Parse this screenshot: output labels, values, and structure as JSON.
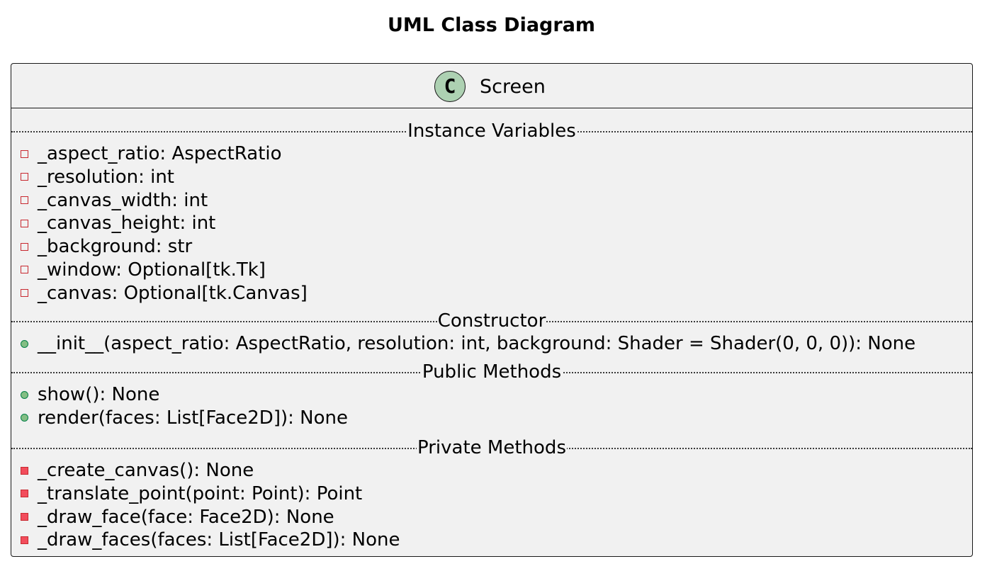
{
  "title": "UML Class Diagram",
  "class": {
    "stereotype_letter": "C",
    "name": "Screen",
    "sections": [
      {
        "label": "Instance Variables",
        "members": [
          {
            "visibility": "private",
            "kind": "field",
            "text": "_aspect_ratio: AspectRatio"
          },
          {
            "visibility": "private",
            "kind": "field",
            "text": "_resolution: int"
          },
          {
            "visibility": "private",
            "kind": "field",
            "text": "_canvas_width: int"
          },
          {
            "visibility": "private",
            "kind": "field",
            "text": "_canvas_height: int"
          },
          {
            "visibility": "private",
            "kind": "field",
            "text": "_background: str"
          },
          {
            "visibility": "private",
            "kind": "field",
            "text": "_window: Optional[tk.Tk]"
          },
          {
            "visibility": "private",
            "kind": "field",
            "text": "_canvas: Optional[tk.Canvas]"
          }
        ]
      },
      {
        "label": "Constructor",
        "members": [
          {
            "visibility": "public",
            "kind": "method",
            "text": "__init__(aspect_ratio: AspectRatio, resolution: int, background: Shader = Shader(0, 0, 0)): None"
          }
        ]
      },
      {
        "label": "Public Methods",
        "members": [
          {
            "visibility": "public",
            "kind": "method",
            "text": "show(): None"
          },
          {
            "visibility": "public",
            "kind": "method",
            "text": "render(faces: List[Face2D]): None"
          }
        ]
      },
      {
        "label": "Private Methods",
        "members": [
          {
            "visibility": "private",
            "kind": "method",
            "text": "_create_canvas(): None"
          },
          {
            "visibility": "private",
            "kind": "method",
            "text": "_translate_point(point: Point): Point"
          },
          {
            "visibility": "private",
            "kind": "method",
            "text": "_draw_face(face: Face2D): None"
          },
          {
            "visibility": "private",
            "kind": "method",
            "text": "_draw_faces(faces: List[Face2D]): None"
          }
        ]
      }
    ]
  },
  "colors": {
    "box_background": "#f1f1f1",
    "border": "#181818",
    "stereotype_circle": "#add1b2",
    "private_red": "#c82930",
    "private_method_fill": "#f24d5c",
    "public_green": "#038048",
    "public_method_fill": "#84be84"
  }
}
